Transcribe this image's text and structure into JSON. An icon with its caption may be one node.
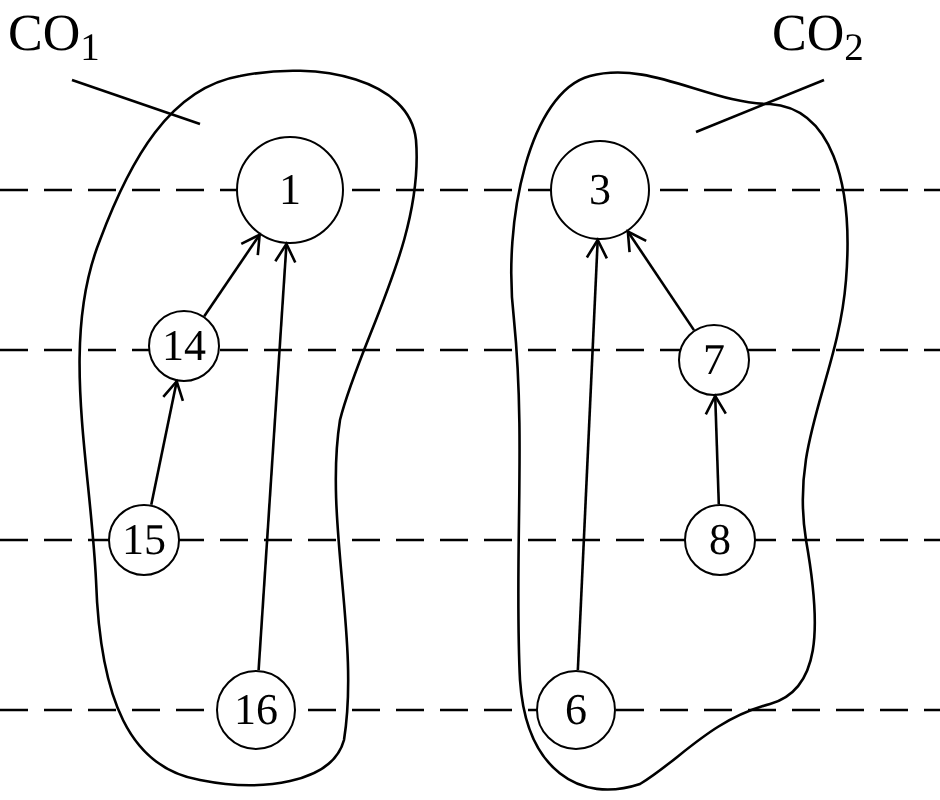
{
  "diagram": {
    "nodes": [
      {
        "text": [
          "CO$_{1}$"
        ]
      },
      {
        "text": [],
        "shape": "blob"
      },
      {
        "text": [
          "1"
        ],
        "in": 1
      },
      {
        "text": [
          "14"
        ],
        "in": 1
      },
      {
        "text": [
          "15"
        ],
        "in": 1
      },
      {
        "text": [
          "16"
        ],
        "in": 1
      },
      {
        "text": [
          "CO$_{2}$"
        ]
      },
      {
        "text": [],
        "shape": "blob"
      },
      {
        "text": [
          "3"
        ],
        "in": 7
      },
      {
        "text": [
          "7"
        ],
        "in": 7
      },
      {
        "text": [
          "8"
        ],
        "in": 7
      },
      {
        "text": [
          "6"
        ],
        "in": 7
      }
    ],
    "edges": [
      {
        "from": 0,
        "to": 1,
        "arrow": "none"
      },
      {
        "from": 3,
        "to": 2,
        "arrow": "to"
      },
      {
        "from": 4,
        "to": 3,
        "arrow": "to"
      },
      {
        "from": 5,
        "to": 2,
        "arrow": "to"
      },
      {
        "from": 6,
        "to": 7,
        "arrow": "none"
      },
      {
        "from": 11,
        "to": 8,
        "arrow": "to"
      },
      {
        "from": 9,
        "to": 8,
        "arrow": "to"
      },
      {
        "from": 10,
        "to": 9,
        "arrow": "to"
      }
    ]
  }
}
